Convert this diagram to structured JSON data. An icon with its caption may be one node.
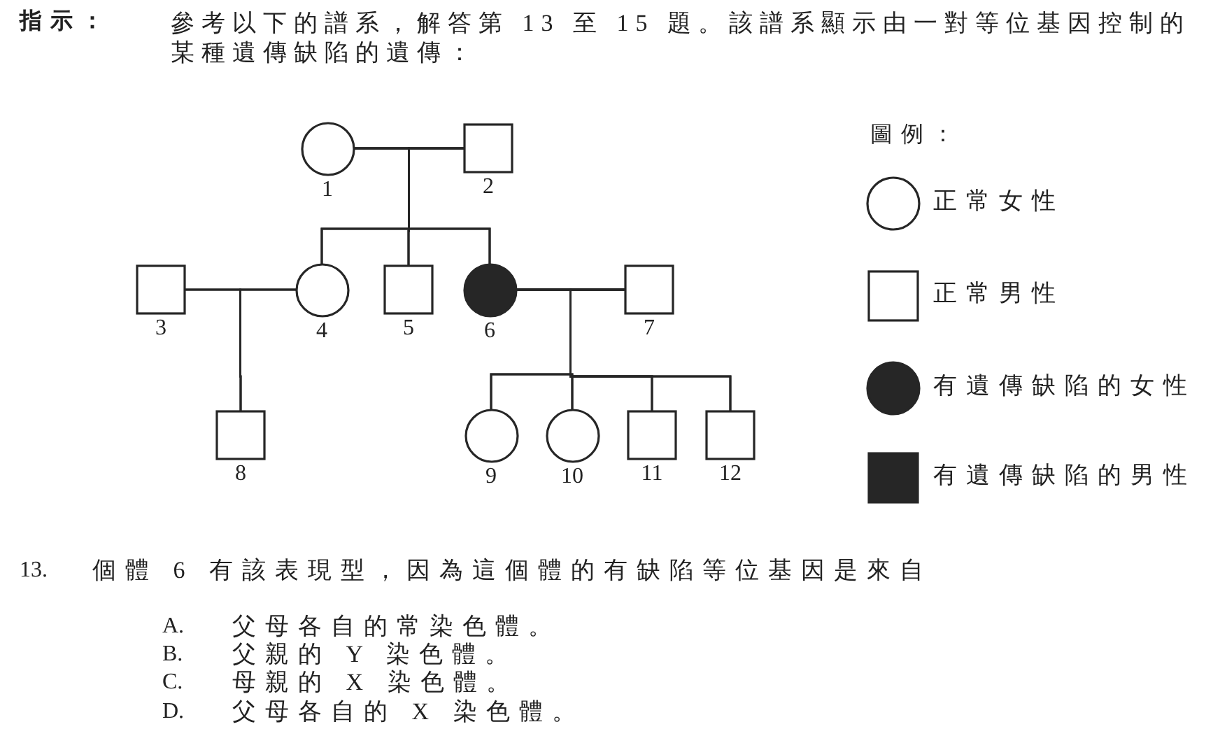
{
  "diagram": {
    "nodes": [
      {
        "text": [],
        "shape": "circle",
        "beside": [
          "1"
        ]
      },
      {
        "text": [],
        "shape": "square",
        "beside": [
          "2"
        ]
      },
      {
        "text": [],
        "shape": "square",
        "beside": [
          "3"
        ]
      },
      {
        "text": [],
        "shape": "circle",
        "beside": [
          "4"
        ]
      },
      {
        "text": [],
        "shape": "square",
        "beside": [
          "5"
        ]
      },
      {
        "text": [],
        "shape": "circle",
        "beside": [
          "6"
        ]
      },
      {
        "text": [],
        "shape": "square",
        "beside": [
          "7"
        ]
      },
      {
        "text": [],
        "shape": "square",
        "beside": [
          "8"
        ]
      },
      {
        "text": [],
        "shape": "circle",
        "beside": [
          "9"
        ]
      },
      {
        "text": [],
        "shape": "circle",
        "beside": [
          "10"
        ]
      },
      {
        "text": [],
        "shape": "square",
        "beside": [
          "11"
        ]
      },
      {
        "text": [],
        "shape": "square",
        "beside": [
          "12"
        ]
      }
    ],
    "edges": [
      {
        "from": 0,
        "to": 1,
        "arrow": "none"
      },
      {
        "from": 0,
        "to": 3,
        "arrow": "none"
      },
      {
        "from": 1,
        "to": 3,
        "arrow": "none"
      },
      {
        "from": 0,
        "to": 4,
        "arrow": "none"
      },
      {
        "from": 1,
        "to": 4,
        "arrow": "none"
      },
      {
        "from": 0,
        "to": 5,
        "arrow": "none"
      },
      {
        "from": 1,
        "to": 5,
        "arrow": "none"
      },
      {
        "from": 2,
        "to": 3,
        "arrow": "none"
      },
      {
        "from": 2,
        "to": 7,
        "arrow": "none"
      },
      {
        "from": 3,
        "to": 7,
        "arrow": "none"
      },
      {
        "from": 5,
        "to": 6,
        "arrow": "none"
      },
      {
        "from": 5,
        "to": 8,
        "arrow": "none"
      },
      {
        "from": 6,
        "to": 8,
        "arrow": "none"
      },
      {
        "from": 5,
        "to": 9,
        "arrow": "none"
      },
      {
        "from": 6,
        "to": 9,
        "arrow": "none"
      },
      {
        "from": 5,
        "to": 10,
        "arrow": "none"
      },
      {
        "from": 6,
        "to": 10,
        "arrow": "none"
      },
      {
        "from": 5,
        "to": 11,
        "arrow": "none"
      },
      {
        "from": 6,
        "to": 11,
        "arrow": "none"
      }
    ],
    "labels": [
      "指示：",
      "參考以下的譜系，解答第 13 至 15 題。該譜系顯示由一對等位基因控制的某種遺傳缺陷的遺傳：",
      "圖例：",
      "13.",
      "個體 6 有該表現型，因為這個體的有缺陷等位基因是來自",
      "A.",
      "父母各自的常染色體。",
      "B.",
      "父親的 Y 染色體。",
      "C.",
      "母親的 X 染色體。",
      "D.",
      "父母各自的 X 染色體。"
    ],
    "legend": [
      {
        "text": "正常女性"
      },
      {
        "text": "正常男性"
      },
      {
        "text": "有遺傳缺陷的女性"
      },
      {
        "text": "有遺傳缺陷的男性"
      }
    ]
  }
}
